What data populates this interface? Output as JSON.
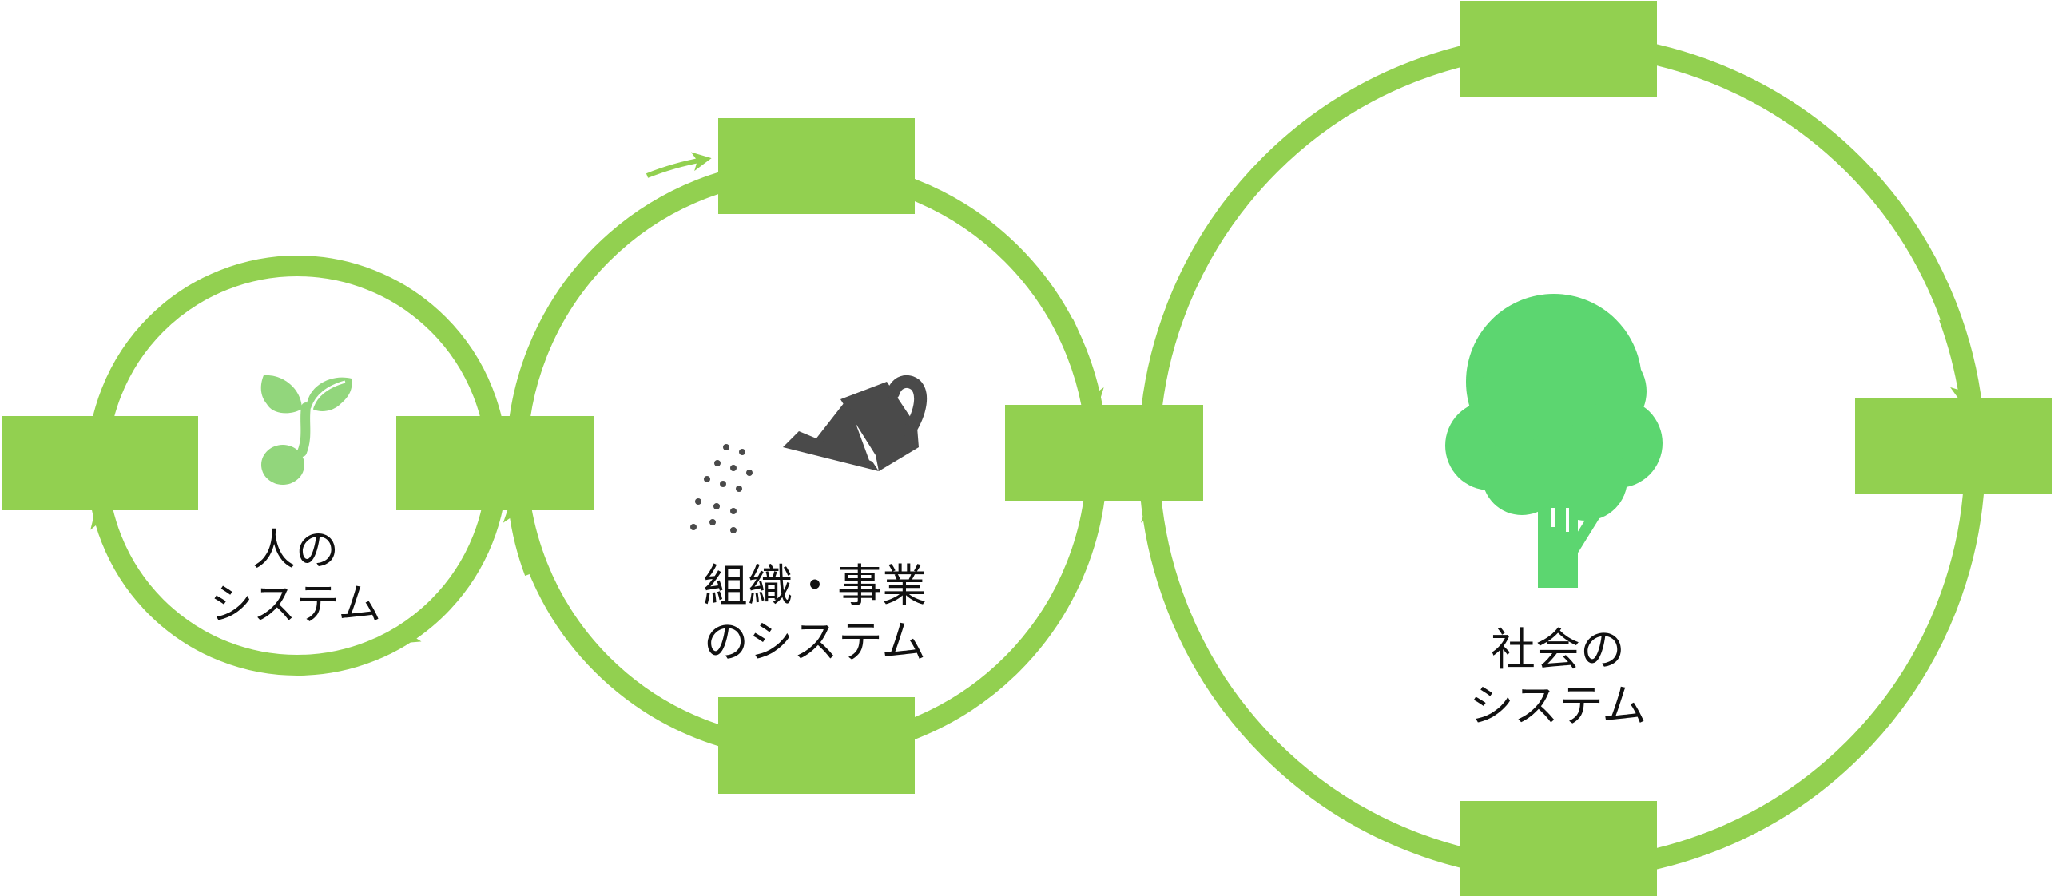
{
  "colors": {
    "cycle_green": "#92d050",
    "sprout_green": "#92d67c",
    "tree_green": "#5cd670",
    "watering_can": "#4a4a4a",
    "text": "#111111",
    "background": "#ffffff"
  },
  "cycles": [
    {
      "id": "person",
      "label_lines": [
        "人の",
        "システム"
      ],
      "icon": "sprout-icon"
    },
    {
      "id": "organization",
      "label_lines": [
        "組織・事業",
        "のシステム"
      ],
      "icon": "watering-can-icon"
    },
    {
      "id": "society",
      "label_lines": [
        "社会の",
        "システム"
      ],
      "icon": "tree-icon"
    }
  ]
}
